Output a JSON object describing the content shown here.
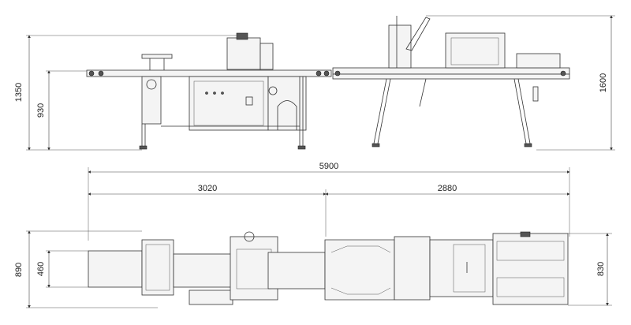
{
  "drawing": {
    "side_view": {
      "dimensions": {
        "overall_height_left": "1350",
        "conveyor_height": "930",
        "overall_height_right": "1600"
      }
    },
    "length_dimensions": {
      "total_length": "5900",
      "left_section_length": "3020",
      "right_section_length": "2880"
    },
    "plan_view": {
      "dimensions": {
        "overall_width_left": "890",
        "belt_width": "460",
        "overall_width_right": "830"
      }
    }
  }
}
